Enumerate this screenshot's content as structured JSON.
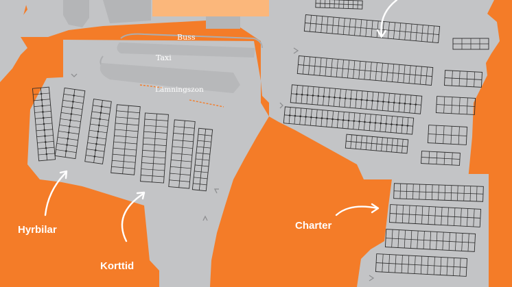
{
  "map": {
    "colors": {
      "background": "#f47c28",
      "pavement": "#c3c4c6",
      "terminal": "#fbb77b",
      "building": "#b4b5b7",
      "stall_lines": "#2b2b2b",
      "labels": "#ffffff"
    },
    "road_labels": {
      "bus": "Buss",
      "taxi": "Taxi",
      "dropoff": "Lämningszon"
    },
    "area_labels": {
      "rental": "Hyrbilar",
      "short_term": "Korttid",
      "charter": "Charter"
    },
    "icons": [
      "direction-arrow-icon",
      "curved-pointer-arrow-icon"
    ]
  }
}
